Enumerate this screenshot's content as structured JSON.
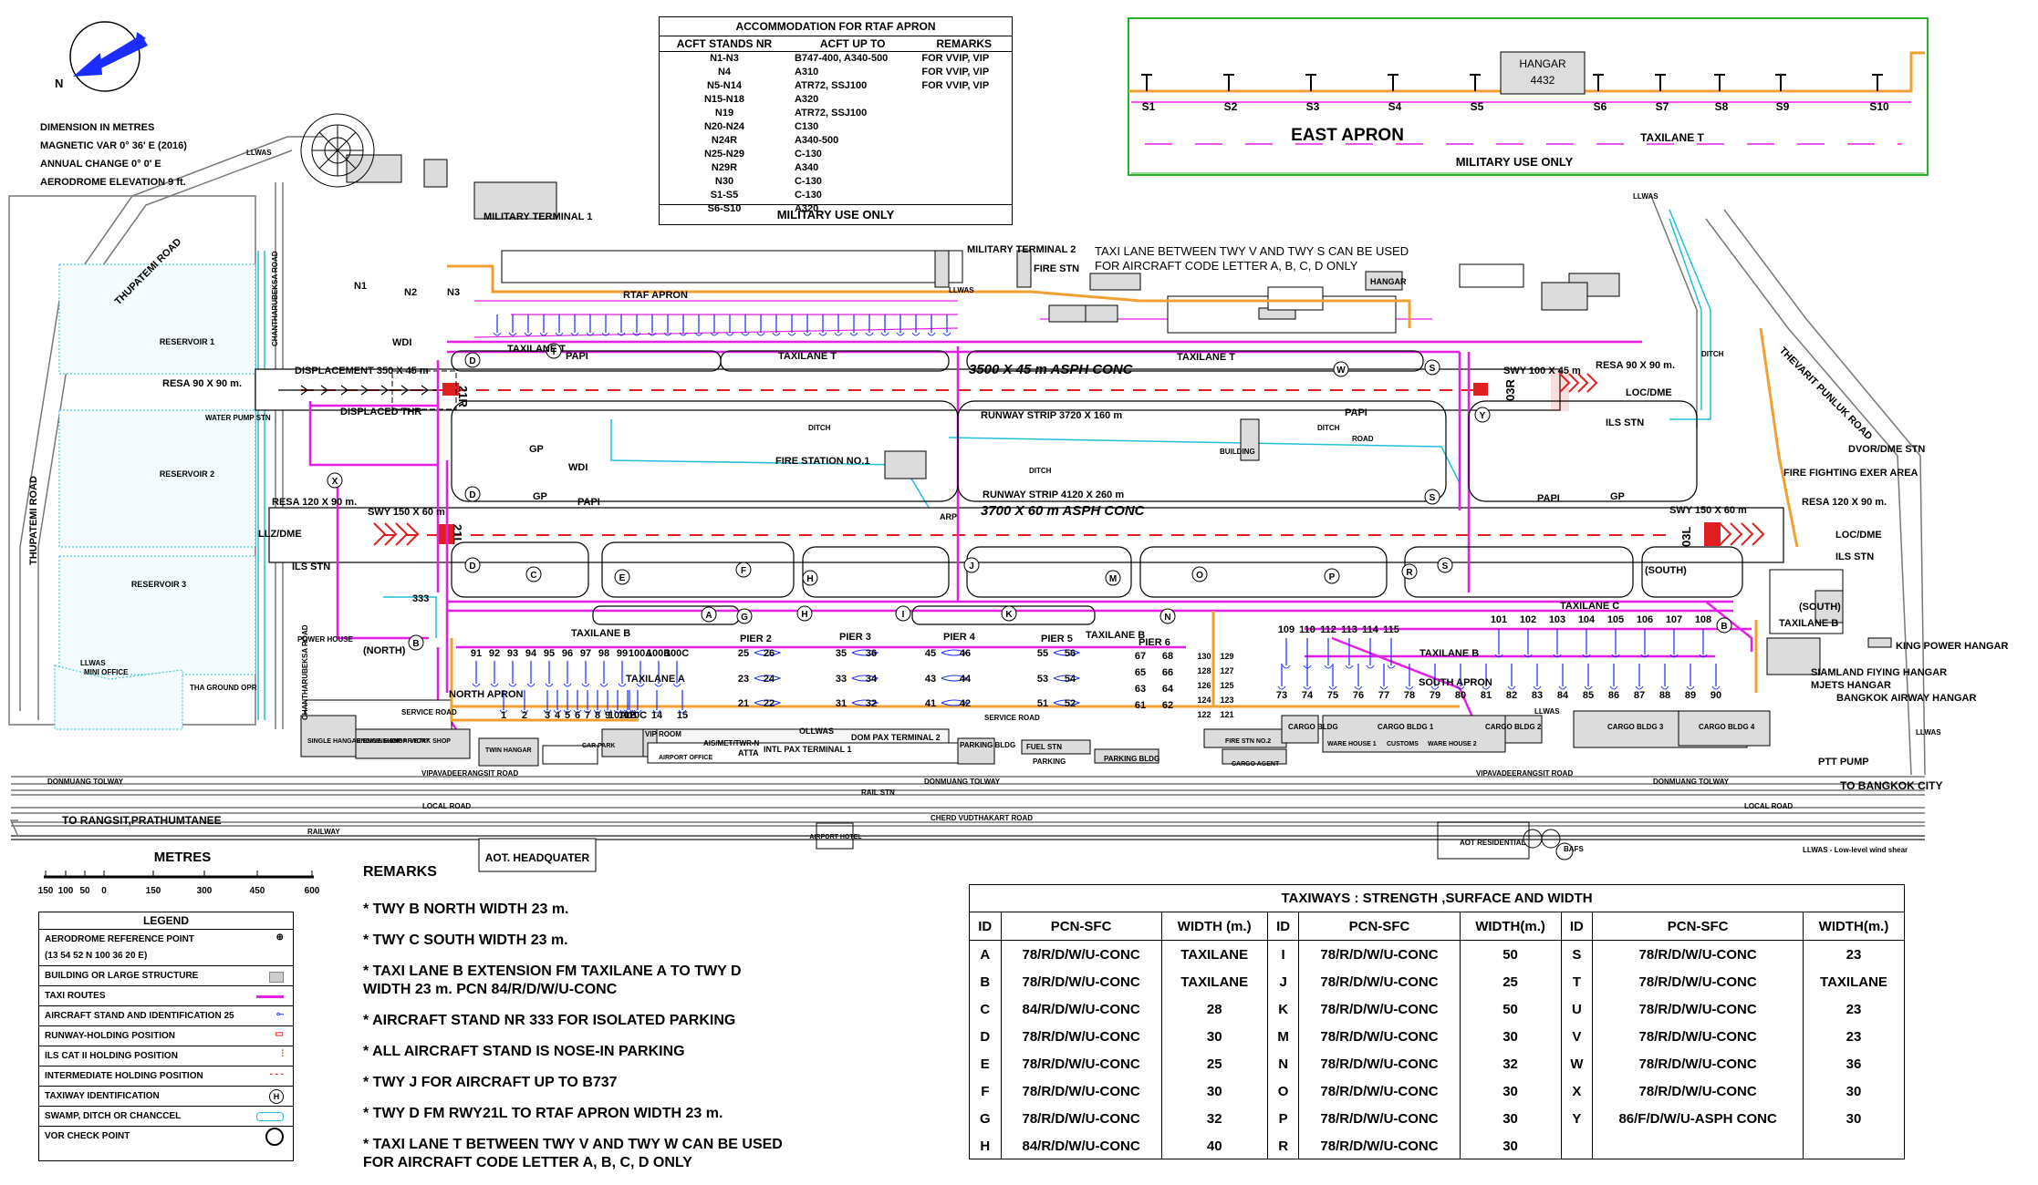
{
  "north_label": "N",
  "info": [
    "DIMENSION IN METRES",
    "MAGNETIC VAR  0° 36' E (2016)",
    "ANNUAL CHANGE  0°  0' E",
    "AERODROME ELEVATION 9 ft."
  ],
  "accommodation": {
    "title": "ACCOMMODATION FOR RTAF APRON",
    "headers": [
      "ACFT STANDS NR",
      "ACFT UP TO",
      "REMARKS"
    ],
    "stands": [
      "N1-N3",
      "N4",
      "N5-N14",
      "N15-N18",
      "N19",
      "N20-N24",
      "N24R",
      "N25-N29",
      "N29R",
      "N30",
      "S1-S5",
      "S6-S10"
    ],
    "aircraft": [
      "B747-400, A340-500",
      "A310",
      "ATR72, SSJ100",
      "A320",
      "ATR72, SSJ100",
      "C130",
      "A340-500",
      "C-130",
      "A340",
      "C-130",
      "C-130",
      "A320"
    ],
    "remarks": [
      "FOR VVIP, VIP",
      "FOR VVIP, VIP",
      "FOR VVIP, VIP",
      "",
      "",
      "",
      "",
      "",
      "",
      "",
      "",
      ""
    ],
    "footer": "MILITARY USE ONLY"
  },
  "east_apron": {
    "stands": [
      "S1",
      "S2",
      "S3",
      "S4",
      "S5",
      "S6",
      "S7",
      "S8",
      "S9",
      "S10"
    ],
    "hangar": "HANGAR",
    "hangar_no": "4432",
    "title": "EAST APRON",
    "taxilane": "TAXILANE T",
    "footer": "MILITARY USE ONLY"
  },
  "map_labels": {
    "military_terminal_1": "MILITARY TERMINAL 1",
    "military_terminal_2": "MILITARY TERMINAL 2",
    "taxilane_note_1": "TAXI LANE BETWEEN TWY V AND TWY S CAN BE USED",
    "taxilane_note_2": "FOR AIRCRAFT CODE LETTER A, B, C, D ONLY",
    "fire_stn": "FIRE STN",
    "rtaf_apron": "RTAF APRON",
    "hangar": "HANGAR",
    "thupatemi_road": "THUPATEMI ROAD",
    "chantharubeksa_road": "CHANTHARUBEKSA ROAD",
    "reservoir_1": "RESERVOIR 1",
    "reservoir_2": "RESERVOIR 2",
    "reservoir_3": "RESERVOIR 3",
    "resa_left_top": "RESA 90 X 90 m.",
    "resa_left_bottom": "RESA 120 X 90 m.",
    "resa_right_top": "RESA 90 X 90 m.",
    "resa_right_bottom": "RESA 120 X 90 m.",
    "displacement": "DISPLACEMENT 350 X 45 m",
    "displaced_thr": "DISPLACED THR",
    "water_pump": "WATER PUMP STN",
    "wdi": "WDI",
    "papi": "PAPI",
    "gp": "GP",
    "llz_dme": "LLZ/DME",
    "ils_stn": "ILS STN",
    "swy_left": "SWY 150 X 60 m",
    "swy_right_top": "SWY 100 X 45 m",
    "swy_right_bottom": "SWY 150 X 60 m",
    "loc_dme": "LOC/DME",
    "rwy_top_dims": "3500 X 45 m  ASPH CONC",
    "rwy_bottom_dims": "3700 X 60 m  ASPH CONC",
    "runway_strip_top": "RUNWAY STRIP 3720 X 160 m",
    "runway_strip_bottom": "RUNWAY STRIP 4120 X 260 m",
    "fire_station_1": "FIRE STATION NO.1",
    "ditch": "DITCH",
    "building": "BUILDING",
    "road": "ROAD",
    "arp": "ARP",
    "thevarit_road": "THEVARIT PUNLUK ROAD",
    "dvor_dme": "DVOR/DME STN",
    "fire_fighting": "FIRE FIGHTING EXER AREA",
    "taxilane_t": "TAXILANE T",
    "taxilane_b": "TAXILANE B",
    "taxilane_a": "TAXILANE A",
    "taxilane_c": "TAXILANE C",
    "north_apron": "NORTH APRON",
    "south_apron": "SOUTH APRON",
    "pier_2": "PIER 2",
    "pier_3": "PIER 3",
    "pier_4": "PIER 4",
    "pier_5": "PIER 5",
    "pier_6": "PIER 6",
    "power_house": "POWER HOUSE",
    "tha_ground": "THA GROUND OPR",
    "mini_office": "MINI OFFICE",
    "llwas": "LLWAS",
    "north": "(NORTH)",
    "south": "(SOUTH)",
    "service_road": "SERVICE ROAD",
    "dom_pax_2": "DOM PAX TERMINAL 2",
    "intl_pax_1": "INTL PAX TERMINAL 1",
    "ais_met": "AIS/MET/TWR-N",
    "atta": "ATTA",
    "ollwas": "OLLWAS",
    "vip_room": "VIP ROOM",
    "airport_office": "AIRPORT OFFICE",
    "car_park": "CAR PARK",
    "parking_bldg": "PARKING BLDG",
    "fuel_stn": "FUEL STN",
    "parking": "PARKING",
    "fire_stn_2": "FIRE STN NO.2",
    "cargo_bldg": "CARGO BLDG",
    "cargo_bldg_1": "CARGO BLDG 1",
    "cargo_bldg_2": "CARGO BLDG 2",
    "cargo_bldg_3": "CARGO BLDG 3",
    "cargo_bldg_4": "CARGO BLDG 4",
    "ware_house_1": "WARE HOUSE 1",
    "customs": "CUSTOMS",
    "ware_house_2": "WARE HOUSE 2",
    "cargo_agent": "CARGO AGENT",
    "king_power": "KING POWER HANGAR",
    "siamland": "SIAMLAND FIYING HANGAR",
    "mjets": "MJETS HANGAR",
    "bangkok_airway": "BANGKOK AIRWAY HANGAR",
    "ptt_pump": "PTT PUMP",
    "to_bangkok": "TO BANGKOK CITY",
    "to_rangsit": "TO RANGSIT,PRATHUMTANEE",
    "donmuang_tolway": "DONMUANG TOLWAY",
    "vipavadee": "VIPAVADEERANGSIT ROAD",
    "local_road": "LOCAL ROAD",
    "railway": "RAILWAY",
    "rail_stn": "RAIL STN",
    "cherd_road": "CHERD VUDTHAKART ROAD",
    "airport_hotel": "AIRPORT HOTEL",
    "aot_residential": "AOT RESIDENTIAL",
    "bafs": "BAFS",
    "llwas_note": "LLWAS - Low-level wind shear",
    "aot_hq": "AOT. HEADQUATER",
    "single_hangar": "SINGLE HANGAR ENGINE SHOP",
    "engine_shop": "ENGINE SHOP",
    "hangar_b747": "HANGAR B747",
    "work_shop": "WORK SHOP",
    "twin_hangar": "TWIN HANGAR"
  },
  "twy_markers": [
    "D",
    "D",
    "D",
    "X",
    "T",
    "W",
    "S",
    "S",
    "S",
    "Y",
    "B",
    "B",
    "C",
    "E",
    "F",
    "H",
    "J",
    "M",
    "O",
    "P",
    "R",
    "A",
    "G",
    "H",
    "I",
    "K",
    "N"
  ],
  "rwy_designators": [
    "21R",
    "21L",
    "03L",
    "03R"
  ],
  "stands": {
    "north_top": [
      "91",
      "92",
      "93",
      "94",
      "95",
      "96",
      "97",
      "98",
      "99",
      "100A",
      "100B",
      "100C"
    ],
    "north_bottom": [
      "1",
      "2",
      "3",
      "4",
      "5",
      "6",
      "7",
      "8",
      "9",
      "10A",
      "10B",
      "10C",
      "12",
      "14",
      "15"
    ],
    "pier2": [
      "25",
      "26",
      "23",
      "24",
      "21",
      "22"
    ],
    "pier3": [
      "35",
      "36",
      "33",
      "34",
      "31",
      "32"
    ],
    "pier4": [
      "45",
      "46",
      "43",
      "44",
      "41",
      "42"
    ],
    "pier5": [
      "55",
      "56",
      "53",
      "54",
      "51",
      "52"
    ],
    "pier6": [
      "67",
      "68",
      "65",
      "66",
      "63",
      "64",
      "61",
      "62"
    ],
    "pier6_small": [
      "130",
      "129",
      "128",
      "127",
      "126",
      "125",
      "124",
      "123",
      "122",
      "121"
    ],
    "south_top": [
      "101",
      "102",
      "103",
      "104",
      "105",
      "106",
      "107",
      "108"
    ],
    "south_mid": [
      "109",
      "110",
      "112",
      "113",
      "114",
      "115"
    ],
    "south_bottom": [
      "73",
      "74",
      "75",
      "76",
      "77",
      "78",
      "79",
      "80",
      "81",
      "82",
      "83",
      "84",
      "85",
      "86",
      "87",
      "88",
      "89",
      "90"
    ],
    "rtaf": [
      "N1",
      "N2",
      "N3"
    ],
    "isolated": "333"
  },
  "scale": {
    "title": "METRES",
    "ticks": [
      "150",
      "100",
      "50",
      "0",
      "150",
      "300",
      "450",
      "600"
    ]
  },
  "legend": {
    "title": "LEGEND",
    "items": [
      "AERODROME REFERENCE POINT",
      "(13 54 52 N  100 36 20 E)",
      "BUILDING OR LARGE STRUCTURE",
      "TAXI ROUTES",
      "AIRCRAFT STAND AND IDENTIFICATION 25",
      "RUNWAY-HOLDING POSITION",
      "ILS CAT II HOLDING POSITION",
      "INTERMEDIATE HOLDING POSITION",
      "TAXIWAY IDENTIFICATION",
      "SWAMP, DITCH OR CHANCCEL",
      "VOR CHECK POINT"
    ],
    "twy_symbol": "H"
  },
  "remarks": {
    "title": "REMARKS",
    "items": [
      "* TWY B NORTH WIDTH 23 m.",
      "* TWY C SOUTH WIDTH 23 m.",
      "* TAXI LANE B EXTENSION FM TAXILANE A TO TWY D\n   WIDTH 23 m. PCN 84/R/D/W/U-CONC",
      "* AIRCRAFT STAND NR 333 FOR ISOLATED PARKING",
      "* ALL AIRCRAFT STAND IS NOSE-IN PARKING",
      "* TWY J FOR AIRCRAFT UP TO B737",
      "* TWY D FM RWY21L TO RTAF APRON WIDTH 23 m.",
      "* TAXI LANE T BETWEEN TWY V AND TWY W CAN BE USED\n   FOR AIRCRAFT CODE LETTER A, B, C, D ONLY"
    ]
  },
  "taxiways": {
    "title": "TAXIWAYS  : STRENGTH ,SURFACE AND WIDTH",
    "headers": [
      "ID",
      "PCN-SFC",
      "WIDTH (m.)",
      "ID",
      "PCN-SFC",
      "WIDTH(m.)",
      "ID",
      "PCN-SFC",
      "WIDTH(m.)"
    ],
    "rows": [
      [
        "A",
        "78/R/D/W/U-CONC",
        "TAXILANE",
        "I",
        "78/R/D/W/U-CONC",
        "50",
        "S",
        "78/R/D/W/U-CONC",
        "23"
      ],
      [
        "B",
        "78/R/D/W/U-CONC",
        "TAXILANE",
        "J",
        "78/R/D/W/U-CONC",
        "25",
        "T",
        "78/R/D/W/U-CONC",
        "TAXILANE"
      ],
      [
        "C",
        "84/R/D/W/U-CONC",
        "28",
        "K",
        "78/R/D/W/U-CONC",
        "50",
        "U",
        "78/R/D/W/U-CONC",
        "23"
      ],
      [
        "D",
        "78/R/D/W/U-CONC",
        "30",
        "M",
        "78/R/D/W/U-CONC",
        "30",
        "V",
        "78/R/D/W/U-CONC",
        "23"
      ],
      [
        "E",
        "78/R/D/W/U-CONC",
        "25",
        "N",
        "78/R/D/W/U-CONC",
        "32",
        "W",
        "78/R/D/W/U-CONC",
        "36"
      ],
      [
        "F",
        "78/R/D/W/U-CONC",
        "30",
        "O",
        "78/R/D/W/U-CONC",
        "30",
        "X",
        "78/R/D/W/U-CONC",
        "30"
      ],
      [
        "G",
        "78/R/D/W/U-CONC",
        "32",
        "P",
        "78/R/D/W/U-CONC",
        "30",
        "Y",
        "86/F/D/W/U-ASPH CONC",
        "30"
      ],
      [
        "H",
        "84/R/D/W/U-CONC",
        "40",
        "R",
        "78/R/D/W/U-CONC",
        "30",
        "",
        ""
      ]
    ]
  },
  "colors": {
    "taxi": "#e61ee6",
    "runway_mark": "#e02020",
    "ditch": "#22c0d8",
    "road": "#9a9a9a",
    "service": "#f0a030",
    "apron_box": "#2bb02b"
  }
}
